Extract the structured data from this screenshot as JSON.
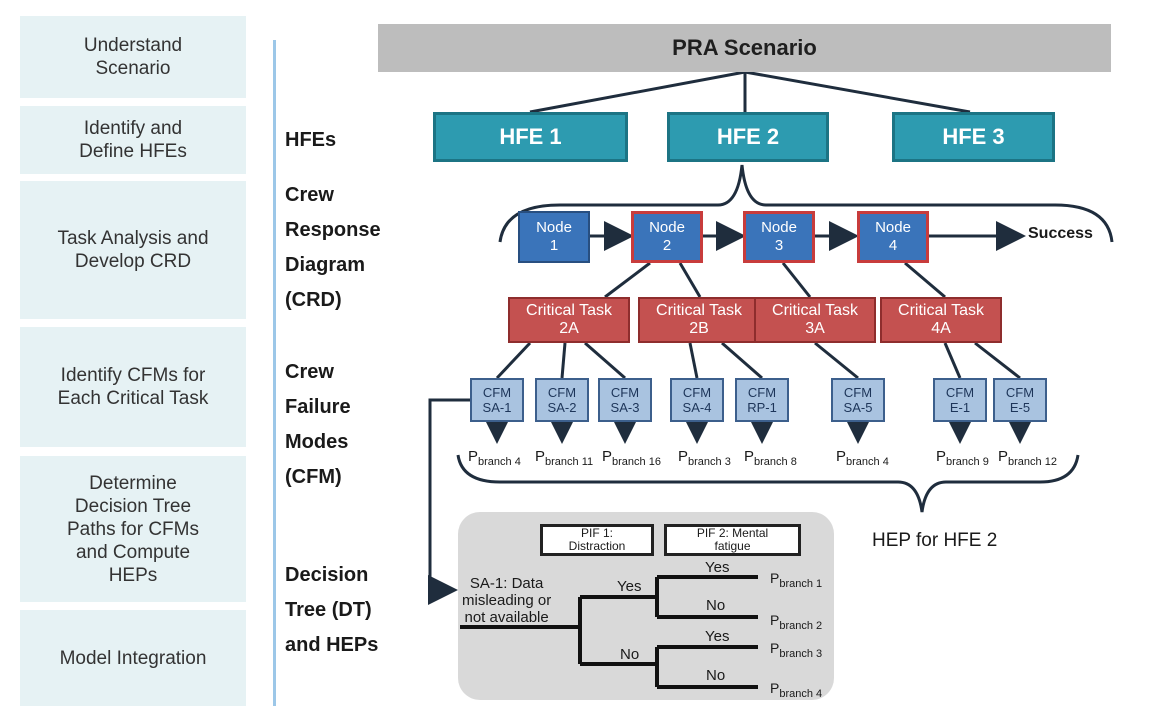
{
  "steps": [
    "Understand\nScenario",
    "Identify and\nDefine HFEs",
    "Task Analysis and\nDevelop CRD",
    "Identify CFMs for\nEach Critical Task",
    "Determine\nDecision Tree\nPaths for CFMs\nand Compute\nHEPs",
    "Model Integration"
  ],
  "stages": {
    "hfes": "HFEs",
    "crd": "Crew\nResponse\nDiagram\n(CRD)",
    "cfm": "Crew\nFailure\nModes\n(CFM)",
    "dt": "Decision\nTree (DT)\nand HEPs"
  },
  "pra_title": "PRA Scenario",
  "hfes": [
    "HFE 1",
    "HFE 2",
    "HFE 3"
  ],
  "nodes": [
    "Node\n1",
    "Node\n2",
    "Node\n3",
    "Node\n4"
  ],
  "success": "Success",
  "critical_tasks": [
    "Critical Task\n2A",
    "Critical Task\n2B",
    "Critical Task\n3A",
    "Critical Task\n4A"
  ],
  "cfms": [
    "CFM\nSA-1",
    "CFM\nSA-2",
    "CFM\nSA-3",
    "CFM\nSA-4",
    "CFM\nRP-1",
    "CFM\nSA-5",
    "CFM\nE-1",
    "CFM\nE-5"
  ],
  "p_symbol": "P",
  "branch_subs": [
    "branch 4",
    "branch 11",
    "branch 16",
    "branch 3",
    "branch 8",
    "branch 4",
    "branch 9",
    "branch 12"
  ],
  "hep_label": "HEP for HFE 2",
  "decision_tree": {
    "pif1": "PIF 1:\nDistraction",
    "pif2": "PIF 2: Mental\nfatigue",
    "question": "SA-1: Data\nmisleading or\nnot available",
    "yes": "Yes",
    "no": "No",
    "outcomes": [
      "branch 1",
      "branch 2",
      "branch 3",
      "branch 4"
    ]
  },
  "colors": {
    "step_bg": "#e6f2f4",
    "hfe": "#2d9bb0",
    "node": "#3a74ba",
    "critical_task": "#c45150",
    "cfm": "#a9c3e0",
    "divider": "#9cc7e8"
  }
}
